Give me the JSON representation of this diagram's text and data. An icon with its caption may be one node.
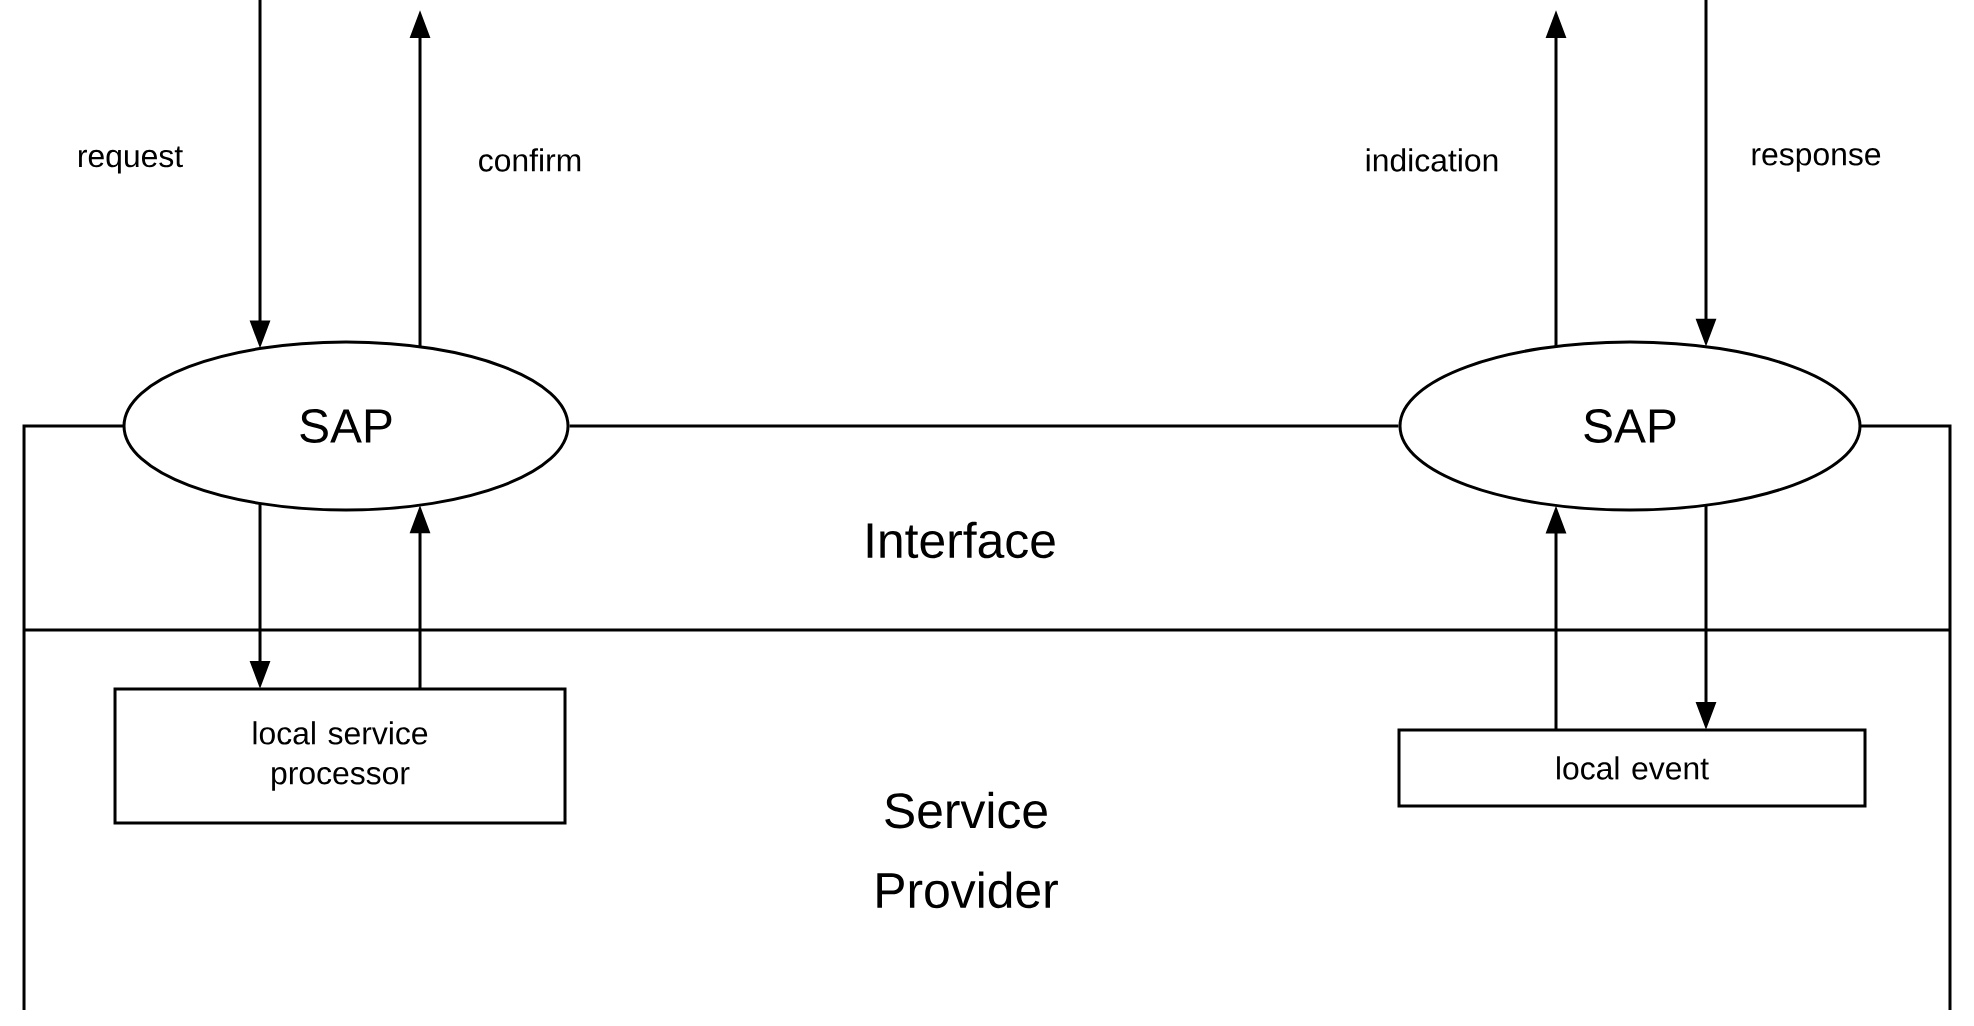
{
  "diagram": {
    "nodes": [
      {
        "text": [
          "SAP"
        ]
      },
      {
        "text": [
          "SAP"
        ]
      },
      {
        "text": [
          "local service processor"
        ]
      },
      {
        "text": [
          "local event"
        ]
      }
    ],
    "edges": [
      {
        "from": null,
        "to": 0,
        "arrow": "to",
        "label": "request"
      },
      {
        "from": 0,
        "to": null,
        "arrow": "to",
        "label": "confirm"
      },
      {
        "from": 1,
        "to": null,
        "arrow": "to",
        "label": "indication"
      },
      {
        "from": null,
        "to": 1,
        "arrow": "to",
        "label": "response"
      },
      {
        "from": 0,
        "to": 2,
        "arrow": "to"
      },
      {
        "from": 2,
        "to": 0,
        "arrow": "to"
      },
      {
        "from": 3,
        "to": 1,
        "arrow": "to"
      },
      {
        "from": 1,
        "to": 3,
        "arrow": "to"
      },
      {
        "from": 0,
        "to": 1,
        "arrow": "none"
      }
    ],
    "labels": [
      "Interface",
      "Service Provider"
    ]
  }
}
